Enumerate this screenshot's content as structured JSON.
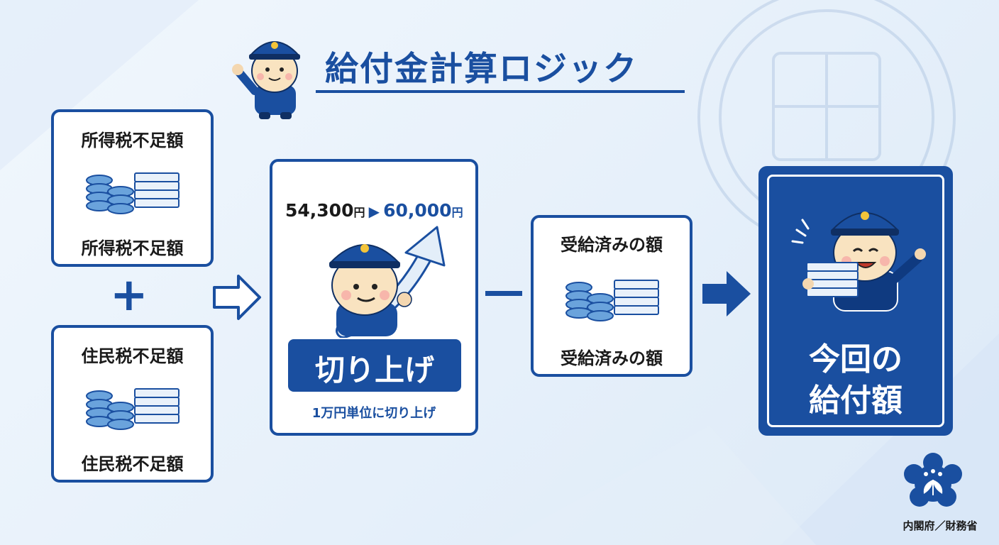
{
  "title": "給付金計算ロジック",
  "income_tax_box": {
    "label_top": "所得税不足額",
    "label_bottom": "所得税不足額"
  },
  "plus_sign": "+",
  "resident_tax_box": {
    "label_top": "住民税不足額",
    "label_bottom": "住民税不足額"
  },
  "roundup_box": {
    "from_value": "54,300",
    "from_unit": "円",
    "to_value": "60,000",
    "to_unit": "円",
    "badge_label": "切り上げ",
    "note": "1万円単位に切り上げ"
  },
  "minus_sign": "−",
  "received_box": {
    "label_top": "受給済みの額",
    "label_bottom": "受給済みの額"
  },
  "result_box": {
    "line1": "今回の",
    "line2": "給付額"
  },
  "footer_credit": "内閣府／財務省",
  "colors": {
    "primary": "#1a4fa0",
    "coin": "#6aa3dc",
    "bill": "#e9f1fa"
  }
}
